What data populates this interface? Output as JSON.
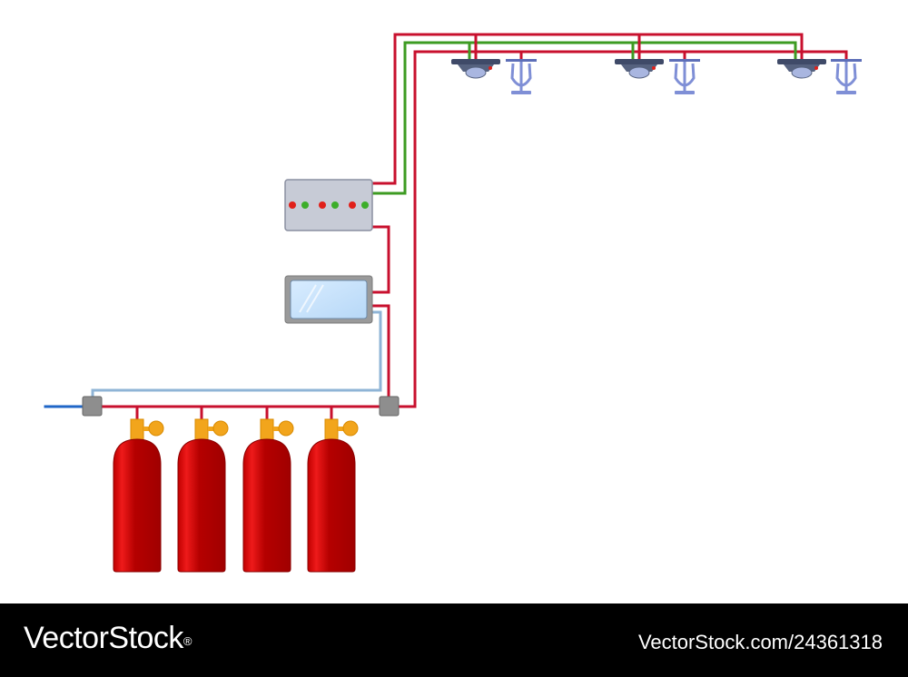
{
  "watermark": {
    "brand": "VectorStock",
    "brand_trademark": "®",
    "image_ref": "VectorStock.com/24361318"
  },
  "diagram": {
    "cylinder_count": 4,
    "detector_count": 3,
    "sprinkler_count": 3,
    "panel_indicator_lights": [
      "red",
      "green",
      "red",
      "green",
      "red",
      "green"
    ],
    "colors": {
      "power_line": "#c8102e",
      "signal_line": "#3d9b22",
      "sensor_line": "#8fb4d6",
      "inlet_pipe": "#1f66c7",
      "cylinder": "#c30000",
      "valve": "#f2a51c",
      "junction_box": "#8e8e8e",
      "control_panel": "#c7cbd6",
      "detector": "#3f4a68",
      "sprinkler": "#7f8fd6",
      "watermark_bar": "#000000"
    }
  }
}
